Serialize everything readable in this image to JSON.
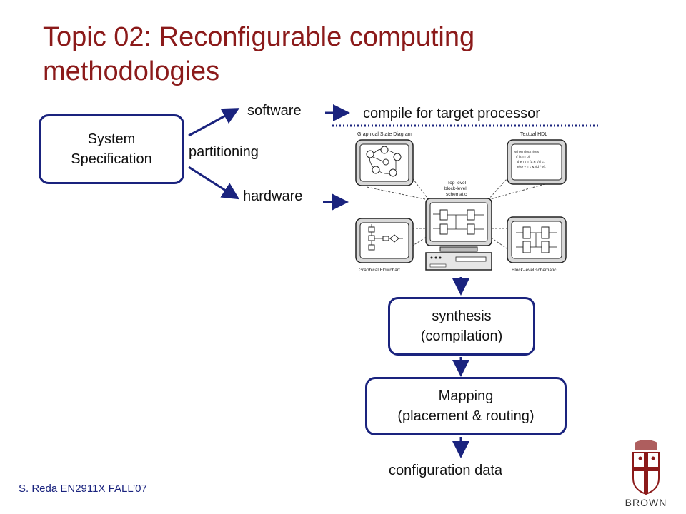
{
  "slide": {
    "title_line1": "Topic 02: Reconfigurable computing",
    "title_line2": "methodologies",
    "footer": "S. Reda EN2911X FALL’07"
  },
  "diagram": {
    "system_spec": {
      "line1": "System",
      "line2": "Specification"
    },
    "partitioning": "partitioning",
    "software": "software",
    "hardware": "hardware",
    "compile_target": "compile for target processor",
    "synthesis": {
      "line1": "synthesis",
      "line2": "(compilation)"
    },
    "mapping": {
      "line1": "Mapping",
      "line2": "(placement & routing)"
    },
    "config_data": "configuration data"
  },
  "illustration": {
    "graphical_state_diagram": "Graphical State Diagram",
    "textual_hdl": "Textual HDL",
    "top_level_line1": "Top-level",
    "top_level_line2": "block-level",
    "top_level_line3": "schematic",
    "graphical_flowchart": "Graphical Flowchart",
    "block_level_schematic": "Block-level schematic",
    "hdl_line1": "When clock rises",
    "hdl_line2": "If (s == 0)",
    "hdl_line3": "then y = (a & b) | c;",
    "hdl_line4": "else y = c & !(d ^ e);"
  },
  "logo": {
    "text": "BROWN"
  },
  "colors": {
    "title": "#8b1a1a",
    "accent": "#1a237e"
  }
}
